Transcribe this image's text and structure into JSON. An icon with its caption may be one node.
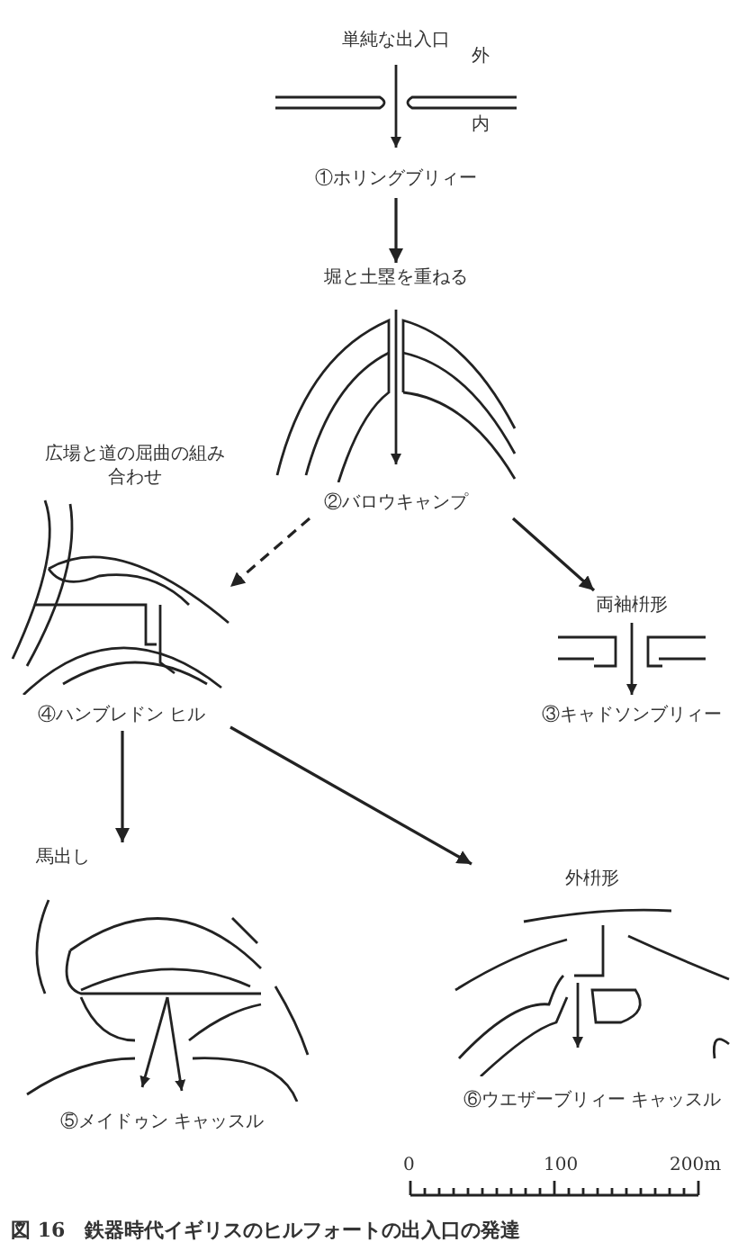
{
  "diagram": {
    "caption": "図 16　鉄器時代イギリスのヒルフォートの出入口の発達",
    "nodes": [
      {
        "text": [
          "単純な出入口",
          "①ホリングブリィー"
        ]
      },
      {
        "text": [
          "堀と土塁を重ねる",
          "②バロウキャンプ"
        ]
      },
      {
        "text": [
          "両袖枡形",
          "③キャドソンブリィー"
        ]
      },
      {
        "text": [
          "広場と道の屈曲の組み合わせ",
          "④ハンブレドン ヒル"
        ]
      },
      {
        "text": [
          "馬出し",
          "⑤メイドゥン キャッスル"
        ]
      },
      {
        "text": [
          "外枡形",
          "⑥ウエザーブリィー キャッスル"
        ]
      }
    ],
    "edges": [
      {
        "from": 0,
        "to": 1,
        "arrow": "to"
      },
      {
        "from": 1,
        "to": 3,
        "arrow": "to",
        "style": "dashed"
      },
      {
        "from": 1,
        "to": 2,
        "arrow": "to"
      },
      {
        "from": 3,
        "to": 4,
        "arrow": "to"
      },
      {
        "from": 3,
        "to": 5,
        "arrow": "to"
      }
    ],
    "labels": [
      "外",
      "内",
      "0",
      "100",
      "200m"
    ]
  }
}
